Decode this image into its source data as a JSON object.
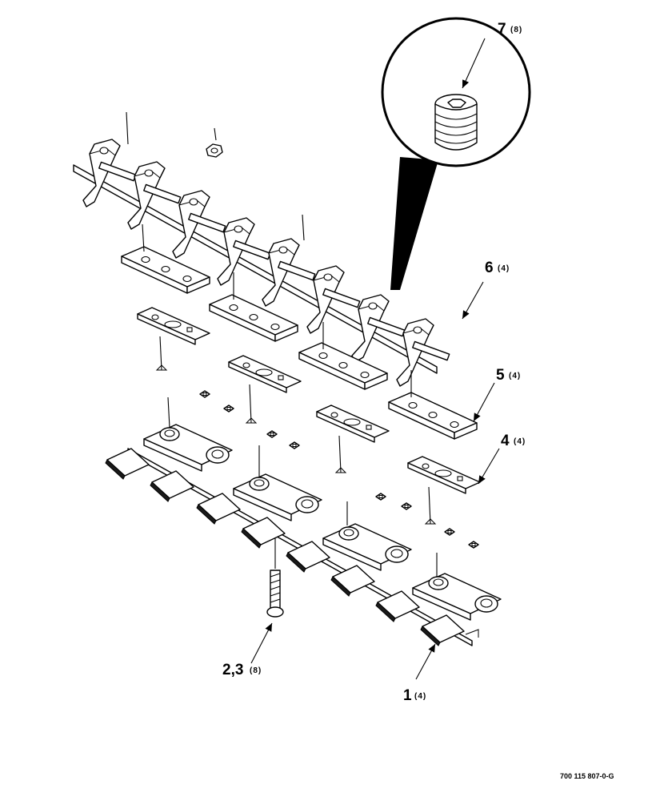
{
  "callouts": {
    "c7": {
      "num": "7",
      "qty": "(8)"
    },
    "c6": {
      "num": "6",
      "qty": "(4)"
    },
    "c5": {
      "num": "5",
      "qty": "(4)"
    },
    "c4": {
      "num": "4",
      "qty": "(4)"
    },
    "c23": {
      "num": "2,3",
      "qty": "(8)"
    },
    "c1": {
      "num": "1",
      "qty": "(4)"
    }
  },
  "figure_id": "700 115 807-0-G"
}
